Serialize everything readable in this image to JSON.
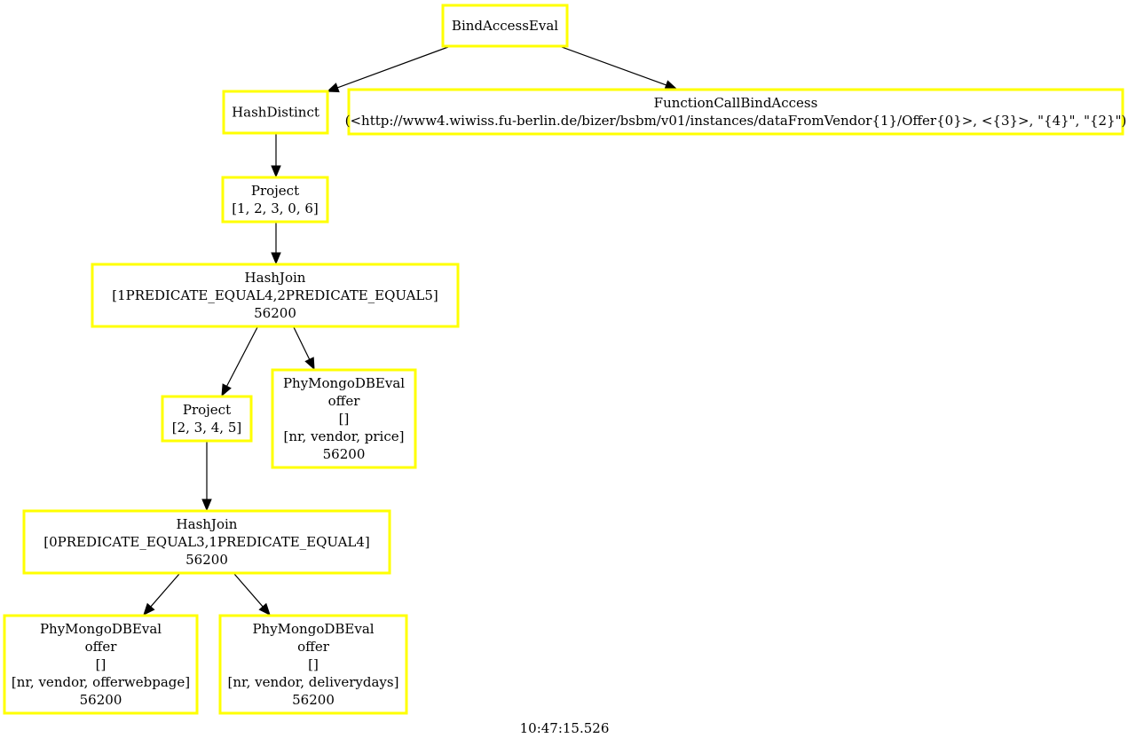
{
  "colors": {
    "node_border": "#ffff00",
    "edge": "#000000",
    "background": "#ffffff"
  },
  "nodes": [
    {
      "id": "bind_access_eval",
      "lines": [
        "BindAccessEval"
      ]
    },
    {
      "id": "hash_distinct",
      "lines": [
        "HashDistinct"
      ]
    },
    {
      "id": "function_call_bind_access",
      "lines": [
        "FunctionCallBindAccess",
        "(<http://www4.wiwiss.fu-berlin.de/bizer/bsbm/v01/instances/dataFromVendor{1}/Offer{0}>, <{3}>, \"{4}\", \"{2}\")"
      ]
    },
    {
      "id": "project_top",
      "lines": [
        "Project",
        "[1, 2, 3, 0, 6]"
      ]
    },
    {
      "id": "hash_join_top",
      "lines": [
        "HashJoin",
        "[1PREDICATE_EQUAL4,2PREDICATE_EQUAL5]",
        "56200"
      ]
    },
    {
      "id": "project_mid",
      "lines": [
        "Project",
        "[2, 3, 4, 5]"
      ]
    },
    {
      "id": "mongo_price",
      "lines": [
        "PhyMongoDBEval",
        "offer",
        "[]",
        "[nr, vendor, price]",
        "56200"
      ]
    },
    {
      "id": "hash_join_bottom",
      "lines": [
        "HashJoin",
        "[0PREDICATE_EQUAL3,1PREDICATE_EQUAL4]",
        "56200"
      ]
    },
    {
      "id": "mongo_webpage",
      "lines": [
        "PhyMongoDBEval",
        "offer",
        "[]",
        "[nr, vendor, offerwebpage]",
        "56200"
      ]
    },
    {
      "id": "mongo_deliverydays",
      "lines": [
        "PhyMongoDBEval",
        "offer",
        "[]",
        "[nr, vendor, deliverydays]",
        "56200"
      ]
    }
  ],
  "edges": [
    {
      "from": "bind_access_eval",
      "to": "hash_distinct"
    },
    {
      "from": "bind_access_eval",
      "to": "function_call_bind_access"
    },
    {
      "from": "hash_distinct",
      "to": "project_top"
    },
    {
      "from": "project_top",
      "to": "hash_join_top"
    },
    {
      "from": "hash_join_top",
      "to": "project_mid"
    },
    {
      "from": "hash_join_top",
      "to": "mongo_price"
    },
    {
      "from": "project_mid",
      "to": "hash_join_bottom"
    },
    {
      "from": "hash_join_bottom",
      "to": "mongo_webpage"
    },
    {
      "from": "hash_join_bottom",
      "to": "mongo_deliverydays"
    }
  ],
  "timestamp": "10:47:15.526"
}
